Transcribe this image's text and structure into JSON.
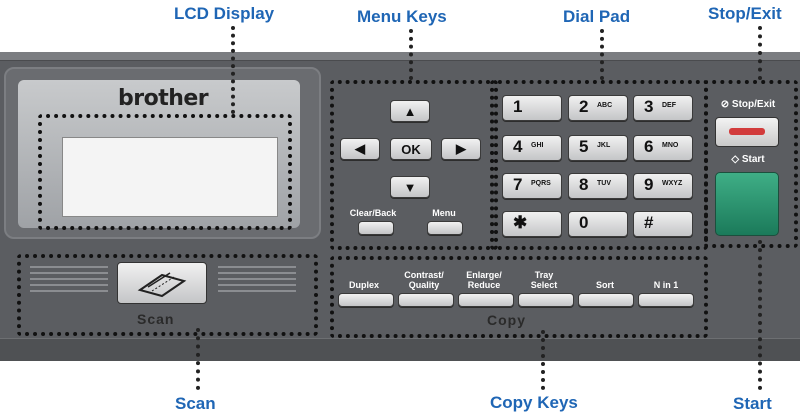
{
  "callouts": {
    "lcd_display": "LCD Display",
    "menu_keys": "Menu Keys",
    "dial_pad": "Dial Pad",
    "stop_exit": "Stop/Exit",
    "scan": "Scan",
    "copy_keys": "Copy Keys",
    "start": "Start"
  },
  "brand": "brother",
  "nav": {
    "up": "▲",
    "down": "▼",
    "left": "◀",
    "right": "▶",
    "ok": "OK"
  },
  "menu_labels": {
    "clear_back": "Clear/Back",
    "menu": "Menu"
  },
  "dial_pad": [
    {
      "num": "1",
      "sub": ""
    },
    {
      "num": "2",
      "sub": "ABC"
    },
    {
      "num": "3",
      "sub": "DEF"
    },
    {
      "num": "4",
      "sub": "GHI"
    },
    {
      "num": "5",
      "sub": "JKL"
    },
    {
      "num": "6",
      "sub": "MNO"
    },
    {
      "num": "7",
      "sub": "PQRS"
    },
    {
      "num": "8",
      "sub": "TUV"
    },
    {
      "num": "9",
      "sub": "WXYZ"
    },
    {
      "num": "✱",
      "sub": ""
    },
    {
      "num": "0",
      "sub": ""
    },
    {
      "num": "#",
      "sub": ""
    }
  ],
  "stop_label": "Stop/Exit",
  "start_label": "Start",
  "scan_label": "Scan",
  "copy_label": "Copy",
  "copy_keys": [
    {
      "label": "Duplex"
    },
    {
      "label": "Contrast/\nQuality"
    },
    {
      "label": "Enlarge/\nReduce"
    },
    {
      "label": "Tray\nSelect"
    },
    {
      "label": "Sort"
    },
    {
      "label": "N in 1"
    }
  ],
  "colors": {
    "callout": "#1f66b5",
    "stop": "#d23b3b",
    "start": "#2a9a72",
    "panel": "#5b5d61"
  }
}
